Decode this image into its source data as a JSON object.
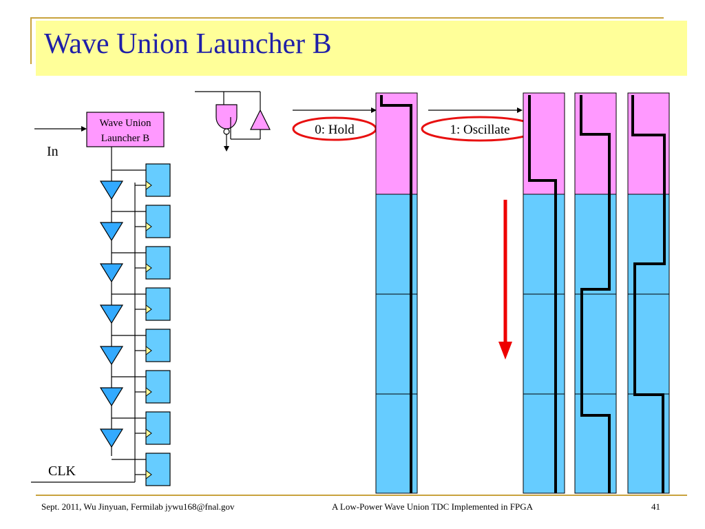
{
  "slide": {
    "title": "Wave Union Launcher B",
    "page_number": "41"
  },
  "footer": {
    "left": "Sept. 2011, Wu Jinyuan, Fermilab jywu168@fnal.gov",
    "center": "A Low-Power Wave Union TDC Implemented in FPGA"
  },
  "diagram": {
    "launcher_box_line1": "Wave Union",
    "launcher_box_line2": "Launcher B",
    "input_label": "In",
    "clock_label": "CLK",
    "hold_label": "0: Hold",
    "oscillate_label": "1: Oscillate"
  },
  "colors": {
    "title_bg": "#ffff99",
    "title_text": "#1f1fa8",
    "frame": "#c8a23c",
    "cell_blue": "#66ccff",
    "launcher_pink": "#ff99ff",
    "highlight_red": "#e81010",
    "arrow_red": "#ee0000",
    "buffer_fill": "#33aaff",
    "clock_tri": "#ffff99"
  }
}
